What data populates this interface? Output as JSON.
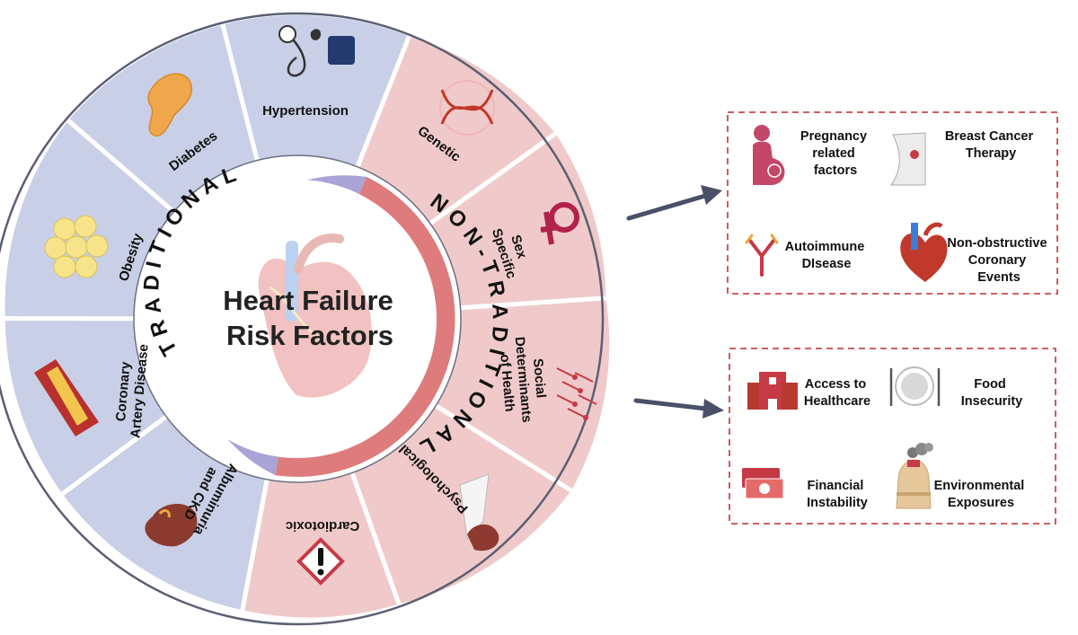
{
  "center": {
    "title_line1": "Heart Failure",
    "title_line2": "Risk Factors"
  },
  "ring": {
    "traditional": "TRADITIONAL",
    "non_traditional": "NON-TRADITIONAL"
  },
  "segments": {
    "hypertension": [
      "Hypertension"
    ],
    "diabetes": [
      "Diabetes"
    ],
    "obesity": [
      "Obesity"
    ],
    "coronary": [
      "Coronary",
      "Artery Disease"
    ],
    "albuminuria": [
      "Albuminuria",
      "and CKD"
    ],
    "cardiotoxic": [
      "Cardiotoxic"
    ],
    "psychological": [
      "Psychological"
    ],
    "social": [
      "Social",
      "Determinants",
      "of Health"
    ],
    "sex": [
      "Sex",
      "Specific"
    ],
    "genetic": [
      "Genetic"
    ]
  },
  "box_top": {
    "pregnancy": [
      "Pregnancy",
      "related",
      "factors"
    ],
    "breast": [
      "Breast Cancer",
      "Therapy"
    ],
    "autoimmune": [
      "Autoimmune",
      "DIsease"
    ],
    "nonobstructive": [
      "Non-obstructive",
      "Coronary",
      "Events"
    ]
  },
  "box_bottom": {
    "access": [
      "Access to",
      "Healthcare"
    ],
    "food": [
      "Food",
      "Insecurity"
    ],
    "financial": [
      "Financial",
      "Instability"
    ],
    "environmental": [
      "Environmental",
      "Exposures"
    ]
  },
  "colors": {
    "traditional_segment": "#c9cfe6",
    "nontraditional_segment": "#f0caca",
    "traditional_ring": "#a9a3d6",
    "nontraditional_ring": "#de7b7d",
    "accent_red": "#c63a46",
    "arrow": "#4a5068",
    "box_border": "#c64b4b"
  }
}
